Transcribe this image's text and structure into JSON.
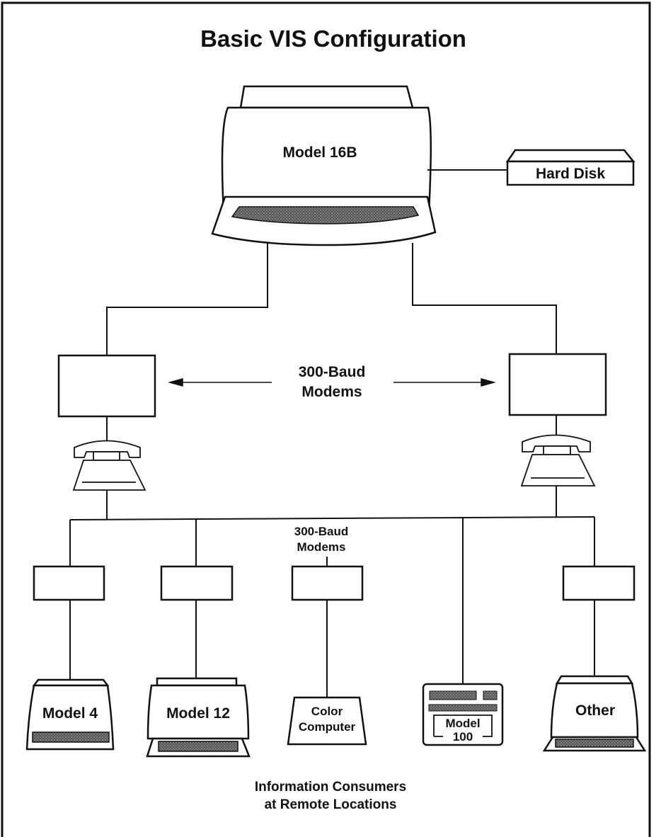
{
  "title": "Basic VIS Configuration",
  "host": {
    "label": "Model 16B"
  },
  "storage": {
    "label": "Hard Disk"
  },
  "modems_main": {
    "line1": "300-Baud",
    "line2": "Modems"
  },
  "modems_remote": {
    "line1": "300-Baud",
    "line2": "Modems"
  },
  "terminals": {
    "model4": "Model 4",
    "model12": "Model 12",
    "color_line1": "Color",
    "color_line2": "Computer",
    "model100_line1": "Model",
    "model100_line2": "100",
    "other": "Other"
  },
  "footer": {
    "line1": "Information Consumers",
    "line2": "at Remote Locations"
  },
  "colors": {
    "ink": "#111111",
    "shade": "#5a5a5a",
    "paper": "#ffffff"
  }
}
